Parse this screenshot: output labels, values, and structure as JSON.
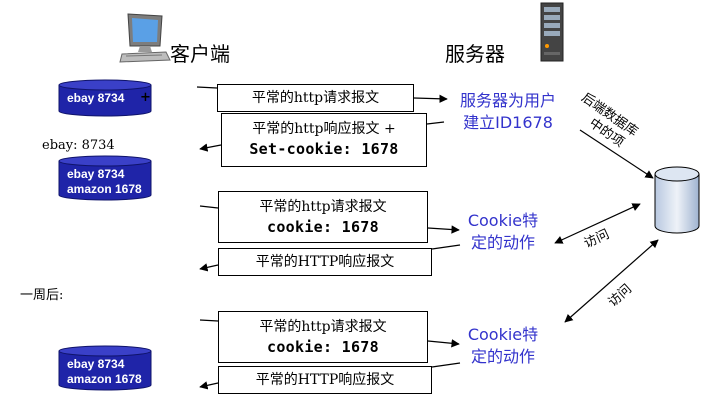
{
  "client": {
    "label": "客户端"
  },
  "server": {
    "label": "服务器"
  },
  "cookie_files": [
    {
      "lines": [
        "ebay 8734"
      ]
    },
    {
      "lines": [
        "ebay 8734",
        "amazon 1678"
      ]
    },
    {
      "lines": [
        "ebay 8734",
        "amazon 1678"
      ]
    }
  ],
  "client_annotations": {
    "ebay_label": "ebay: 8734",
    "week_later": "一周后:"
  },
  "messages": {
    "req1": "平常的http请求报文",
    "resp1_line1": "平常的http响应报文 +",
    "resp1_line2": "Set-cookie: 1678",
    "req2_line1": "平常的http请求报文",
    "req2_line2": "cookie: 1678",
    "resp2": "平常的HTTP响应报文",
    "req3_line1": "平常的http请求报文",
    "req3_line2": "cookie: 1678",
    "resp3": "平常的HTTP响应报文"
  },
  "server_notes": {
    "create_id_line1": "服务器为用户",
    "create_id_line2": "建立ID1678",
    "cookie_action1_line1": "Cookie特",
    "cookie_action1_line2": "定的动作",
    "cookie_action2_line1": "Cookie特",
    "cookie_action2_line2": "定的动作"
  },
  "backend": {
    "label_line1": "后端数据库",
    "label_line2": "中的项",
    "access1": "访问",
    "access2": "访问"
  }
}
